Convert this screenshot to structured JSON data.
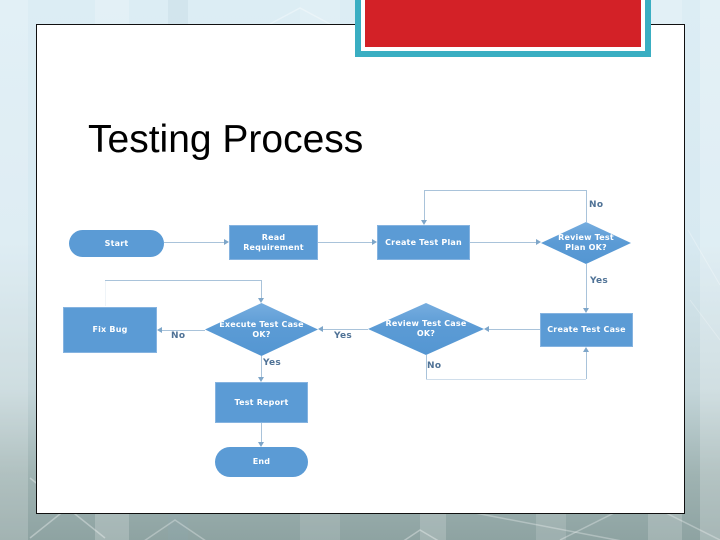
{
  "slide": {
    "title": "Testing Process"
  },
  "flowchart": {
    "nodes": [
      {
        "id": "start",
        "type": "terminator",
        "label": "Start"
      },
      {
        "id": "read-requirement",
        "type": "process",
        "label": "Read Requirement"
      },
      {
        "id": "create-test-plan",
        "type": "process",
        "label": "Create Test Plan"
      },
      {
        "id": "review-test-plan",
        "type": "decision",
        "label": "Review Test Plan OK?"
      },
      {
        "id": "fix-bug",
        "type": "process",
        "label": "Fix Bug"
      },
      {
        "id": "execute-test-case",
        "type": "decision",
        "label": "Execute Test Case OK?"
      },
      {
        "id": "review-test-case",
        "type": "decision",
        "label": "Review Test Case OK?"
      },
      {
        "id": "create-test-case",
        "type": "process",
        "label": "Create Test Case"
      },
      {
        "id": "test-report",
        "type": "process",
        "label": "Test Report"
      },
      {
        "id": "end",
        "type": "terminator",
        "label": "End"
      }
    ],
    "edge_labels": {
      "review_plan_no": "No",
      "review_plan_yes": "Yes",
      "review_case_yes": "Yes",
      "review_case_no": "No",
      "execute_no": "No",
      "execute_yes": "Yes"
    },
    "edges": [
      {
        "from": "start",
        "to": "read-requirement"
      },
      {
        "from": "read-requirement",
        "to": "create-test-plan"
      },
      {
        "from": "create-test-plan",
        "to": "review-test-plan"
      },
      {
        "from": "review-test-plan",
        "to": "create-test-plan",
        "label": "No"
      },
      {
        "from": "review-test-plan",
        "to": "create-test-case",
        "label": "Yes"
      },
      {
        "from": "create-test-case",
        "to": "review-test-case"
      },
      {
        "from": "review-test-case",
        "to": "execute-test-case",
        "label": "Yes"
      },
      {
        "from": "review-test-case",
        "to": "create-test-case",
        "label": "No"
      },
      {
        "from": "execute-test-case",
        "to": "fix-bug",
        "label": "No"
      },
      {
        "from": "execute-test-case",
        "to": "test-report",
        "label": "Yes"
      },
      {
        "from": "fix-bug",
        "to": "execute-test-case"
      },
      {
        "from": "test-report",
        "to": "end"
      }
    ]
  },
  "colors": {
    "shape_fill": "#5b9bd5",
    "shape_border": "#85b3e0",
    "connector": "#a9c3da",
    "arrowhead": "#7ea6c9",
    "edge_label": "#4f7296",
    "node_text": "#ffffff",
    "title_text": "#000000",
    "banner_red": "#d32127",
    "banner_teal": "#3aaec2",
    "slide_bg": "#ffffff",
    "slide_border": "#101010"
  }
}
